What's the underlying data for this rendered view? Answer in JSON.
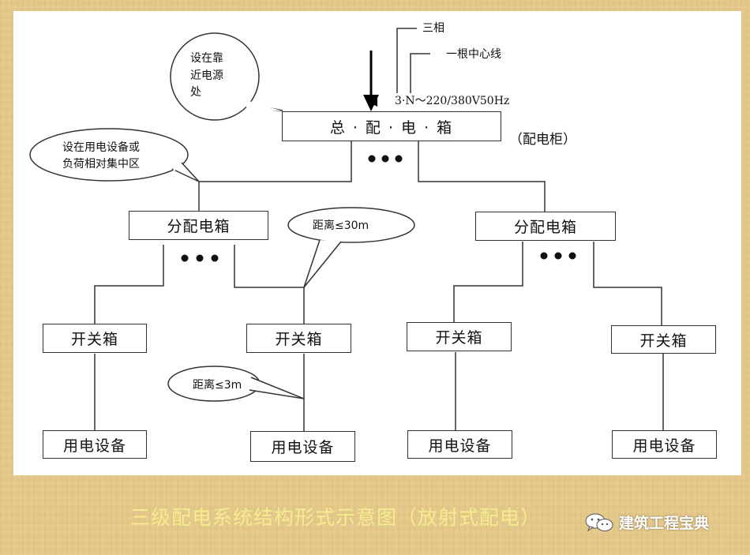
{
  "nodes": {
    "main_box": "总 · 配 · 电 · 箱",
    "main_box_note": "（配电柜）",
    "dist_box_left": "分配电箱",
    "dist_box_right": "分配电箱",
    "switch_box_1": "开关箱",
    "switch_box_2": "开关箱",
    "switch_box_3": "开关箱",
    "switch_box_4": "开关箱",
    "equipment_1": "用电设备",
    "equipment_2": "用电设备",
    "equipment_3": "用电设备",
    "equipment_4": "用电设备"
  },
  "annotations": {
    "three_phase": "三相",
    "neutral_line": "一根中心线",
    "supply_spec": "3·N～220/380V50Hz",
    "ellipsis": "● ● ●"
  },
  "callouts": {
    "near_source_line1": "设在靠",
    "near_source_line2": "近电源",
    "near_source_line3": "处",
    "load_center_line1": "设在用电设备或",
    "load_center_line2": "负荷相对集中区",
    "distance_30m": "距离≤30m",
    "distance_3m": "距离≤3m"
  },
  "caption": "三级配电系统结构形式示意图（放射式配电）",
  "watermark": {
    "text": "建筑工程宝典",
    "icon": "wechat-icon"
  },
  "colors": {
    "background": "#e3c88a",
    "caption": "#f4ec8e",
    "line": "#333333"
  }
}
